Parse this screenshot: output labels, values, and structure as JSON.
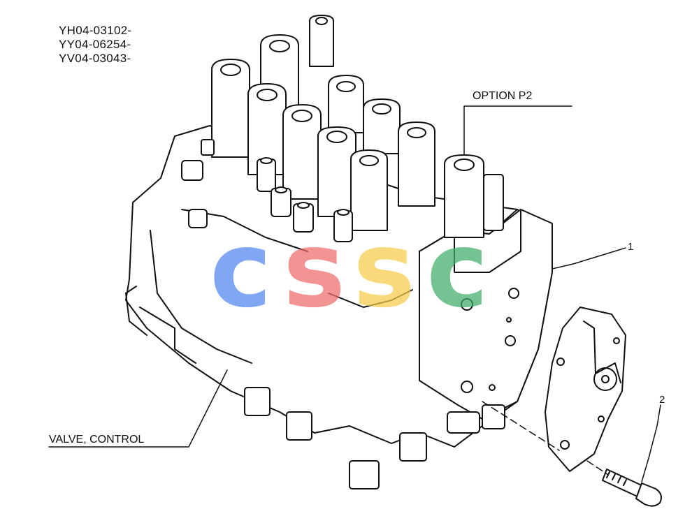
{
  "serial_numbers": [
    "YH04-03102-",
    "YY04-06254-",
    "YV04-03043-"
  ],
  "callouts": {
    "option": "OPTION P2",
    "valve": "VALVE, CONTROL",
    "part1": "1",
    "part2": "2"
  },
  "watermark": {
    "letters": [
      "c",
      "s",
      "s",
      "c"
    ],
    "colors": [
      "#4f86f0",
      "#ee6b6b",
      "#f6cd4a",
      "#3fae6a"
    ]
  },
  "colors": {
    "line": "#111111",
    "background": "#ffffff"
  }
}
